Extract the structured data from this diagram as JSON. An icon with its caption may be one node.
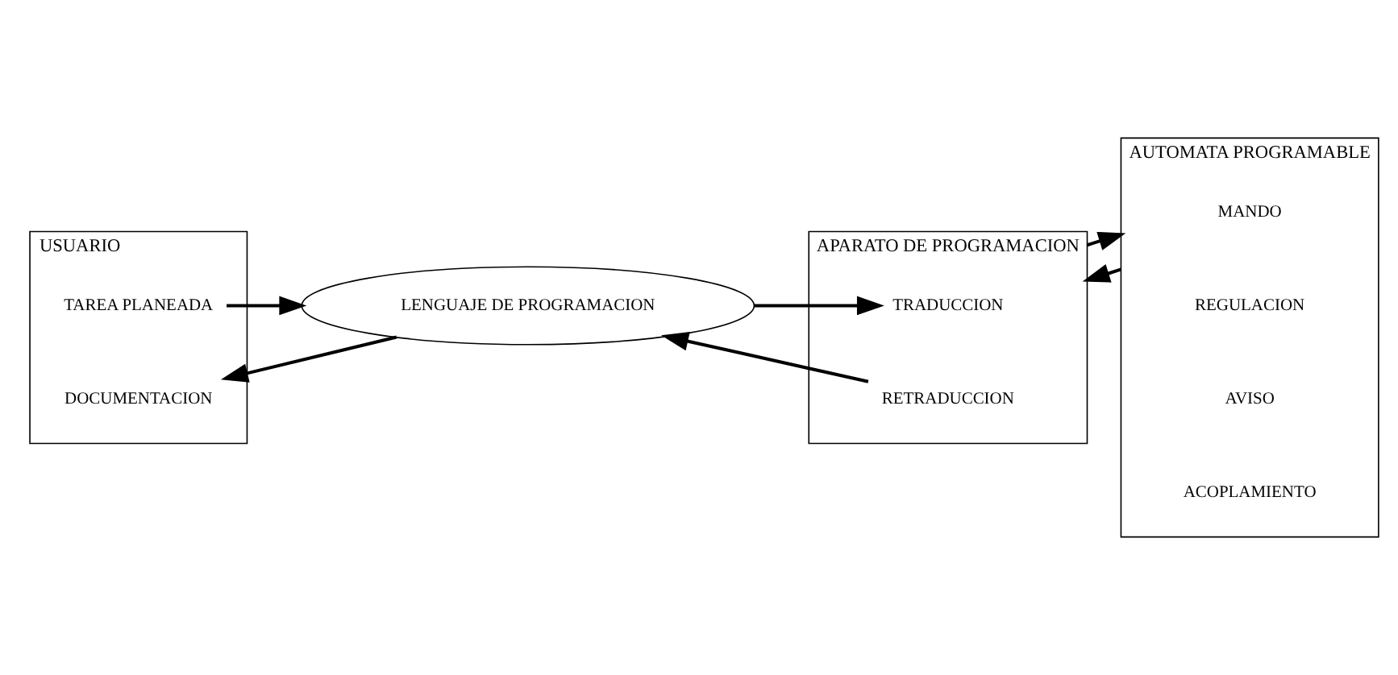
{
  "diagram": {
    "nodes": [
      {
        "text": [
          "USUARIO"
        ]
      },
      {
        "text": [
          "TAREA PLANEADA"
        ],
        "in": 0
      },
      {
        "text": [
          "DOCUMENTACION"
        ],
        "in": 0
      },
      {
        "text": [
          "LENGUAJE DE PROGRAMACION"
        ]
      },
      {
        "text": [
          "APARATO DE PROGRAMACION"
        ]
      },
      {
        "text": [
          "TRADUCCION"
        ],
        "in": 4
      },
      {
        "text": [
          "RETRADUCCION"
        ],
        "in": 4
      },
      {
        "text": [
          "AUTOMATA PROGRAMABLE"
        ]
      },
      {
        "text": [
          "MANDO"
        ],
        "in": 7
      },
      {
        "text": [
          "REGULACION"
        ],
        "in": 7
      },
      {
        "text": [
          "AVISO"
        ],
        "in": 7
      },
      {
        "text": [
          "ACOPLAMIENTO"
        ],
        "in": 7
      }
    ],
    "edges": [
      {
        "from": 1,
        "to": 3,
        "arrow": "to"
      },
      {
        "from": 3,
        "to": 5,
        "arrow": "to"
      },
      {
        "from": 4,
        "to": 7,
        "arrow": "to"
      },
      {
        "from": 7,
        "to": 4,
        "arrow": "to"
      },
      {
        "from": 6,
        "to": 3,
        "arrow": "to"
      },
      {
        "from": 3,
        "to": 2,
        "arrow": "to"
      }
    ]
  }
}
